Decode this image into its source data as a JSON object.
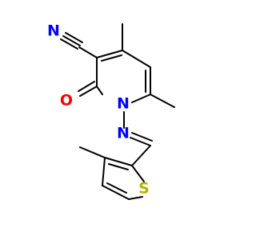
{
  "atoms": {
    "nitrile_n": {
      "symbol": "N",
      "color": "#0000ff"
    },
    "carbonyl_o": {
      "symbol": "O",
      "color": "#ff0000"
    },
    "ring_n": {
      "symbol": "N",
      "color": "#0000ff"
    },
    "imine_n": {
      "symbol": "N",
      "color": "#0000ff"
    },
    "thiophene_s": {
      "symbol": "S",
      "color": "#b2b200"
    }
  }
}
